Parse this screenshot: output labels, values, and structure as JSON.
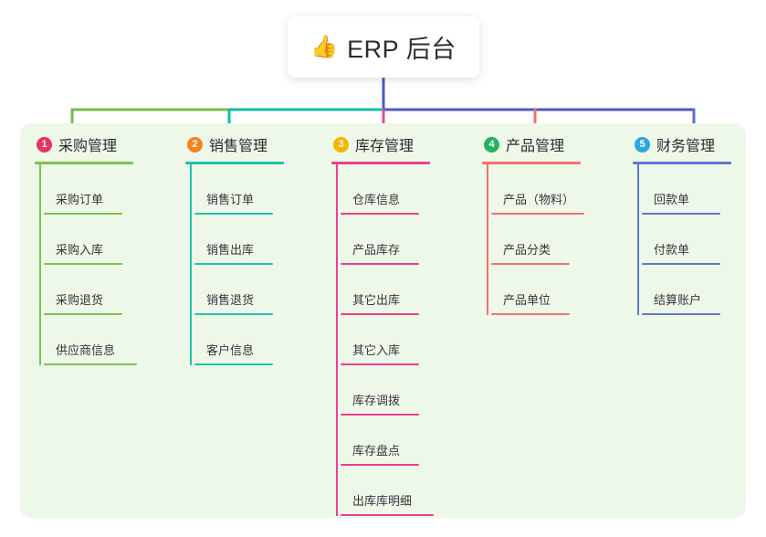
{
  "root": {
    "icon": "thumbs-up-icon",
    "emoji": "👍",
    "title": "ERP 后台"
  },
  "panel": {
    "background_color": "#eef8e8"
  },
  "connector_colors": {
    "root_stem": "#4f56c4",
    "bus_green": "#74bb4c",
    "bus_teal": "#12bfa5",
    "bus_blue": "#4f56c4",
    "drop_1": "#74bb4c",
    "drop_2": "#12bfa5",
    "drop_3": "#ec4899",
    "drop_4": "#f2706b",
    "drop_5": "#5b6fd0"
  },
  "columns": [
    {
      "index": "1",
      "title": "采购管理",
      "badge_color": "#e8365d",
      "line_color": "#7dc24f",
      "items": [
        "采购订单",
        "采购入库",
        "采购退货",
        "供应商信息"
      ]
    },
    {
      "index": "2",
      "title": "销售管理",
      "badge_color": "#f58220",
      "line_color": "#1ec4ad",
      "items": [
        "销售订单",
        "销售出库",
        "销售退货",
        "客户信息"
      ]
    },
    {
      "index": "3",
      "title": "库存管理",
      "badge_color": "#f5b500",
      "line_color": "#ec3f8f",
      "items": [
        "仓库信息",
        "产品库存",
        "其它出库",
        "其它入库",
        "库存调拨",
        "库存盘点",
        "出库库明细"
      ]
    },
    {
      "index": "4",
      "title": "产品管理",
      "badge_color": "#23b462",
      "line_color": "#f4706c",
      "items": [
        "产品（物料）",
        "产品分类",
        "产品单位"
      ]
    },
    {
      "index": "5",
      "title": "财务管理",
      "badge_color": "#2ca7e0",
      "line_color": "#5b79d6",
      "items": [
        "回款单",
        "付款单",
        "结算账户"
      ]
    }
  ]
}
